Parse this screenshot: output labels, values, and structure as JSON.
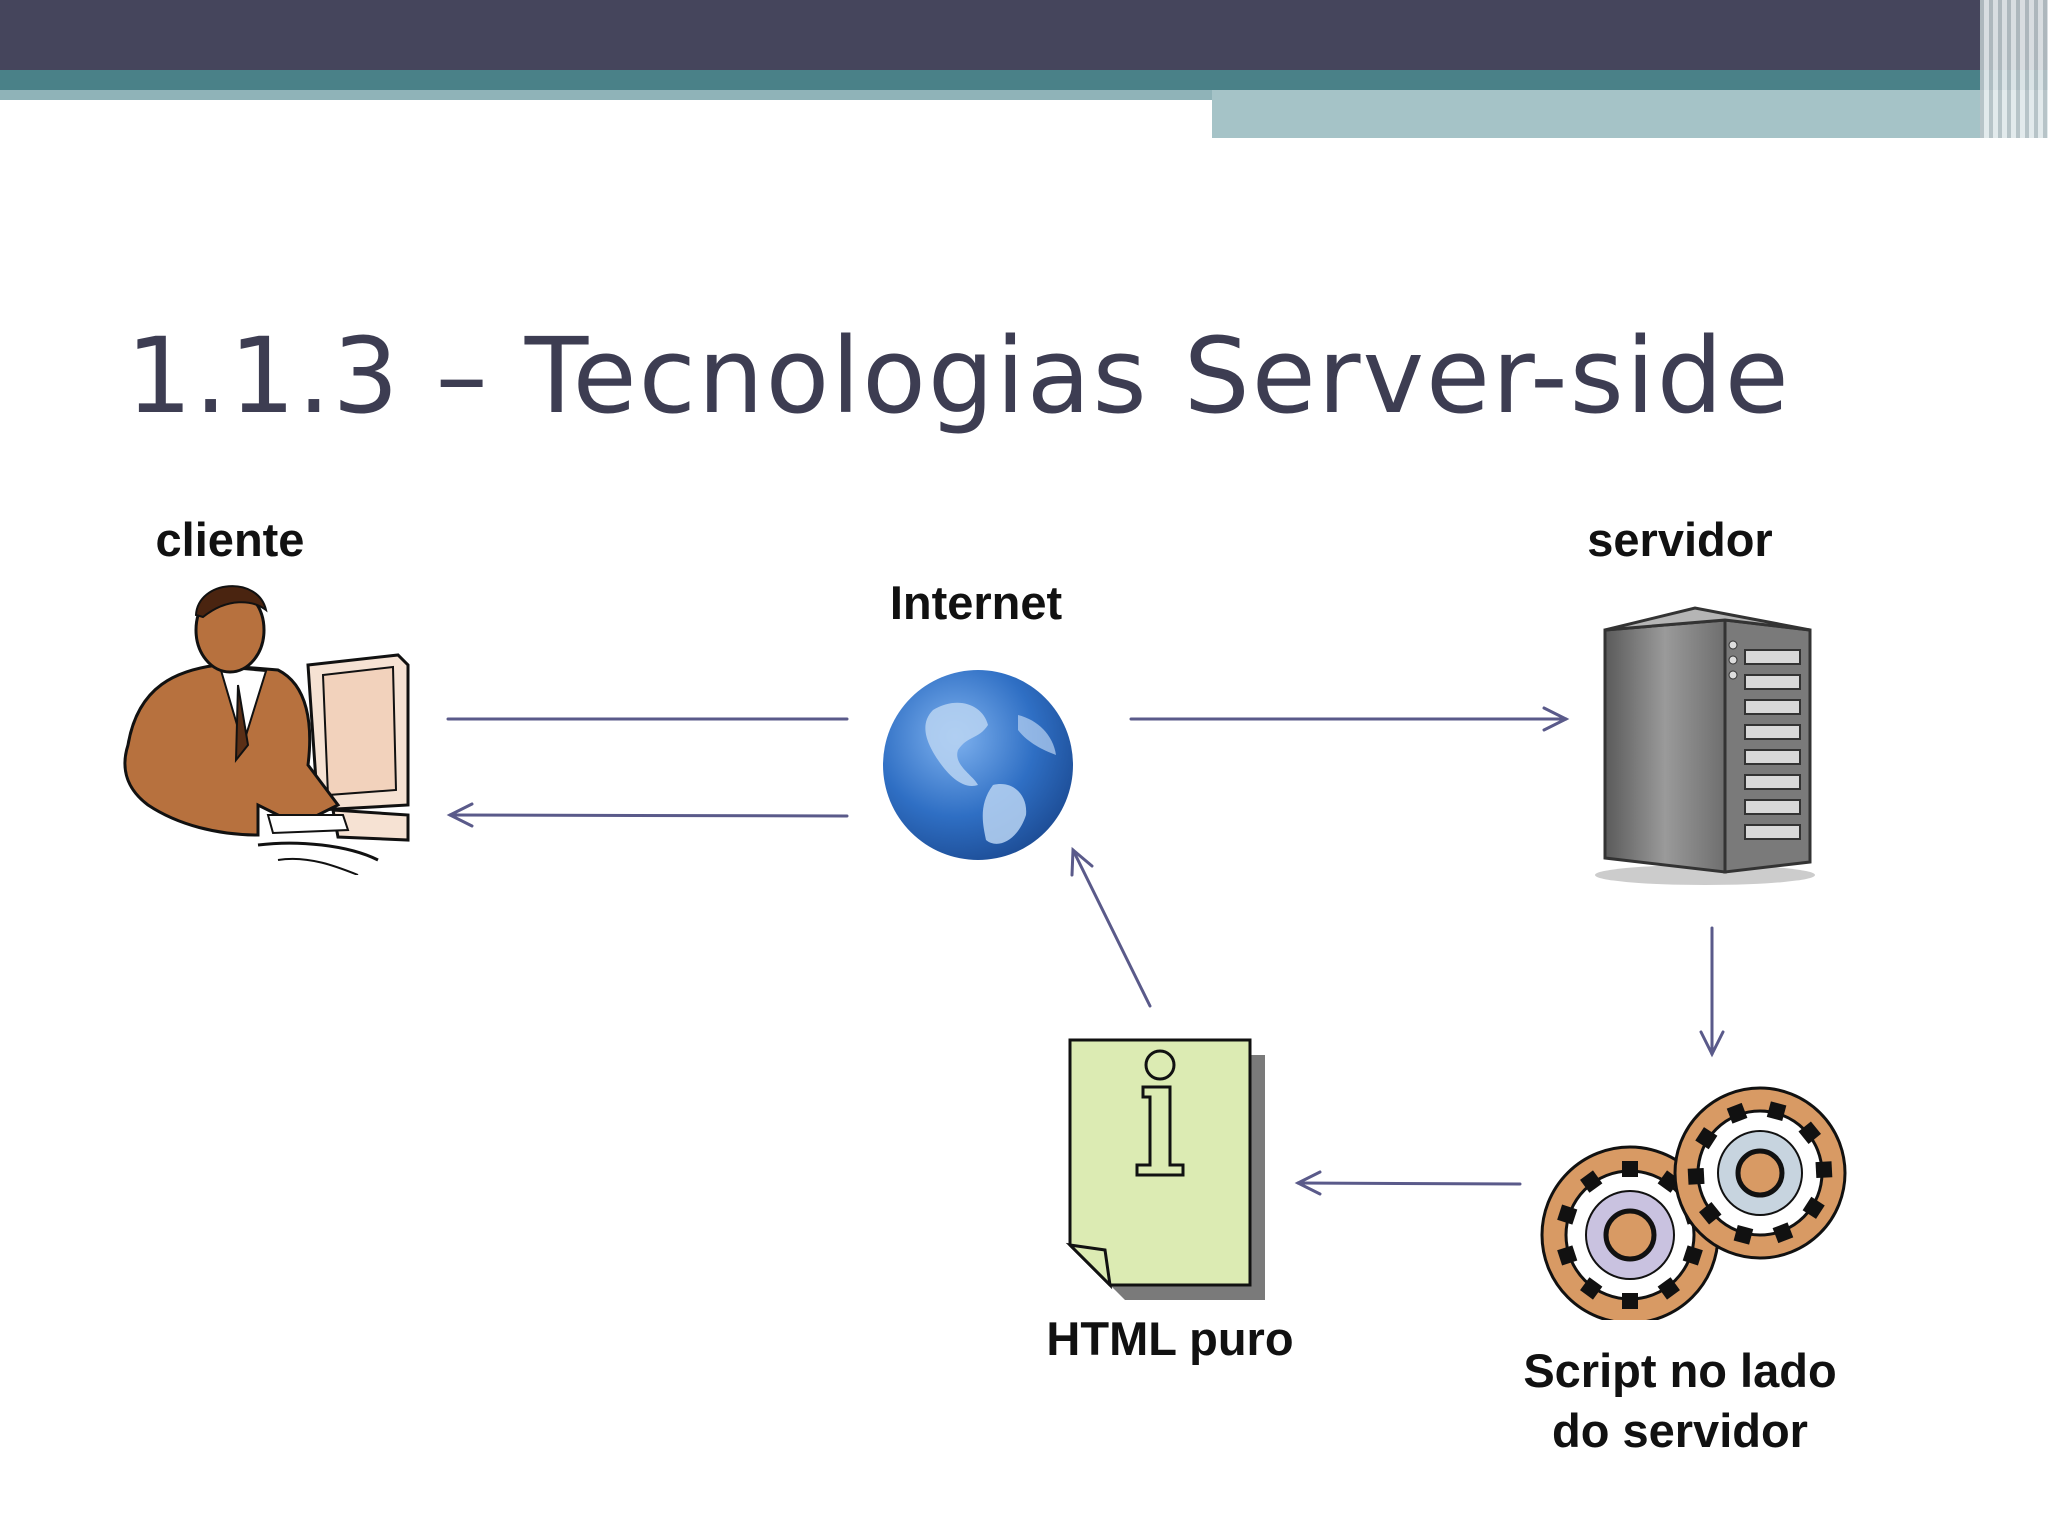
{
  "slide": {
    "title": "1.1.3 – Tecnologias Server-side"
  },
  "diagram": {
    "client_label": "cliente",
    "internet_label": "Internet",
    "server_label": "servidor",
    "script_label_line1": "Script no lado",
    "script_label_line2": "do servidor",
    "html_label": "HTML puro"
  },
  "icons": {
    "client": "person-at-computer-icon",
    "internet": "globe-icon",
    "server": "server-tower-icon",
    "script": "gears-icon",
    "html": "info-document-icon"
  },
  "colors": {
    "header_dark": "#45455c",
    "header_teal": "#4a8188",
    "header_light": "#a5c3c7",
    "title_text": "#3d3d52",
    "arrow": "#5a5a8a"
  }
}
